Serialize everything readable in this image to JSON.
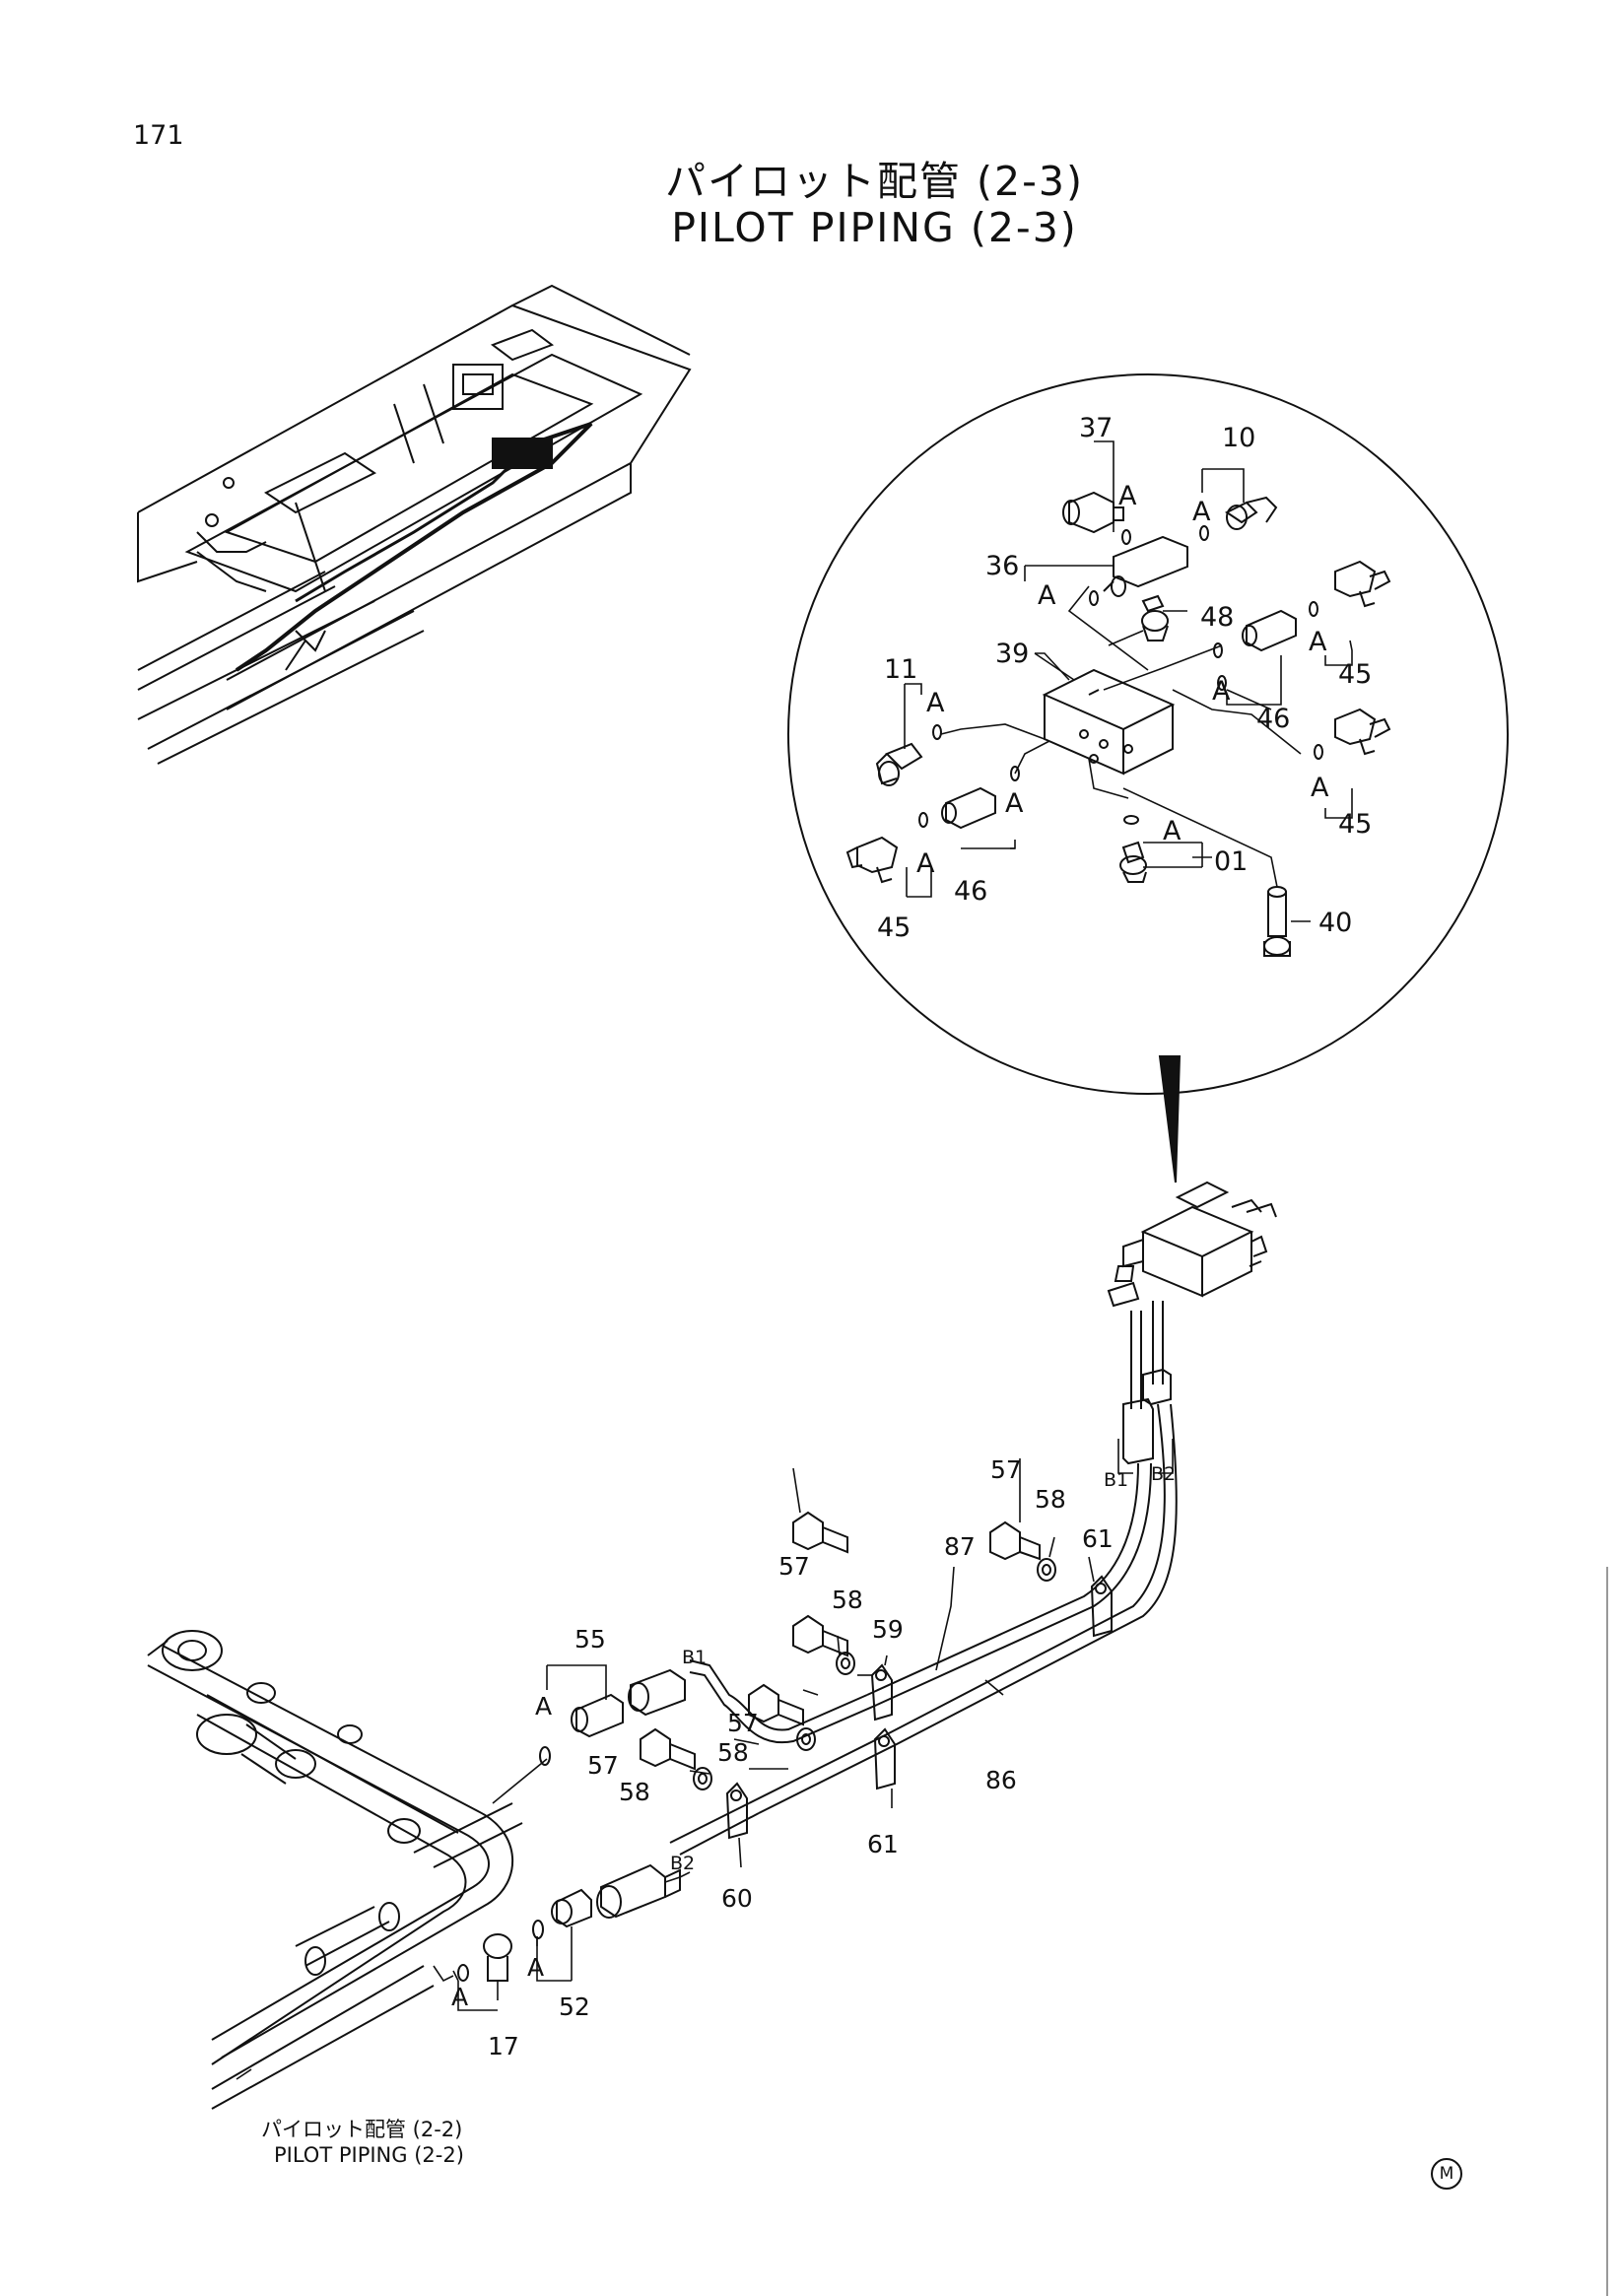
{
  "header": {
    "page_number": "171",
    "title_jp": "パイロット配管 (2-3)",
    "title_en": "PILOT PIPING (2-3)"
  },
  "reference": {
    "label_jp": "パイロット配管 (2-2)",
    "label_en": "PILOT PIPING (2-2)"
  },
  "manufacturer_mark": "M",
  "detail_labels": {
    "p37": "37",
    "p10": "10",
    "p36": "36",
    "p48": "48",
    "p39": "39",
    "p11": "11",
    "p46a": "46",
    "p46b": "46",
    "p45a": "45",
    "p45b": "45",
    "p45c": "45",
    "p01": "01",
    "p40": "40",
    "a1": "A",
    "a2": "A",
    "a3": "A",
    "a4": "A",
    "a5": "A",
    "a6": "A",
    "a7": "A",
    "a8": "A",
    "a9": "A",
    "a10": "A"
  },
  "main_labels": {
    "p57a": "57",
    "p58a": "58",
    "p87": "87",
    "p61a": "61",
    "b1a": "B1",
    "b2a": "B2",
    "p57b": "57",
    "p58b": "58",
    "p59": "59",
    "p55": "55",
    "b1b": "B1",
    "p57c": "57",
    "p58c": "58",
    "p57d": "57",
    "p58d": "58",
    "p86": "86",
    "p61b": "61",
    "b2b": "B2",
    "p60": "60",
    "p52": "52",
    "p17": "17",
    "a1": "A",
    "a2": "A",
    "a3": "A"
  }
}
